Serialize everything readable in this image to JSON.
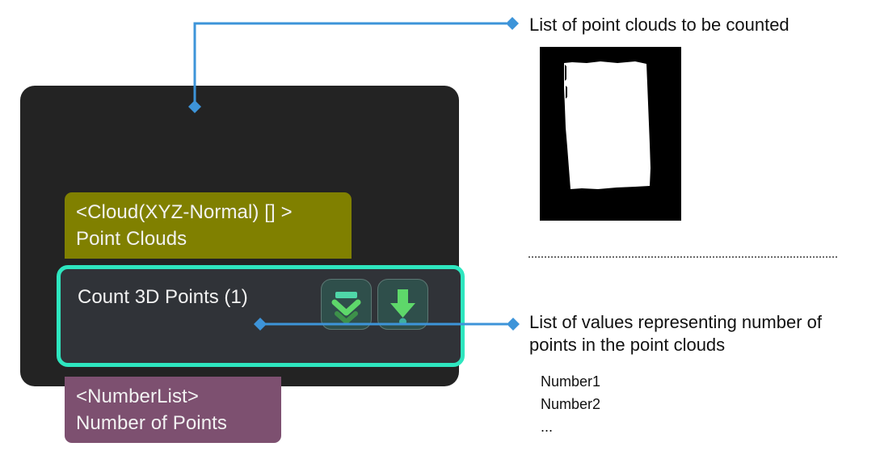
{
  "node": {
    "input_port": {
      "type_line": "<Cloud(XYZ-Normal) [] >",
      "name_line": "Point Clouds",
      "color": "#808000"
    },
    "operator": {
      "label": "Count 3D Points (1)",
      "border_color": "#2ee6bf",
      "background": "#303338",
      "buttons": [
        {
          "name": "flatten-icon",
          "tooltip": "Flatten"
        },
        {
          "name": "graft-icon",
          "tooltip": "Graft"
        }
      ]
    },
    "output_port": {
      "type_line": "<NumberList>",
      "name_line": "Number of Points",
      "color": "#7d5070"
    },
    "card_color": "#232323"
  },
  "connectors": {
    "color": "#3d94d9",
    "items": [
      {
        "name": "input-callout-connector",
        "from": "input-port",
        "to": "annotation-top"
      },
      {
        "name": "output-callout-connector",
        "from": "output-port",
        "to": "annotation-bottom"
      }
    ]
  },
  "annotations": {
    "top": "List of point clouds to be counted",
    "bottom": "List of values representing number of points in the point clouds"
  },
  "preview": {
    "name": "point-cloud-preview",
    "background": "#000000",
    "foreground": "#ffffff"
  },
  "number_list": {
    "items": [
      "Number1",
      "Number2",
      "..."
    ]
  }
}
